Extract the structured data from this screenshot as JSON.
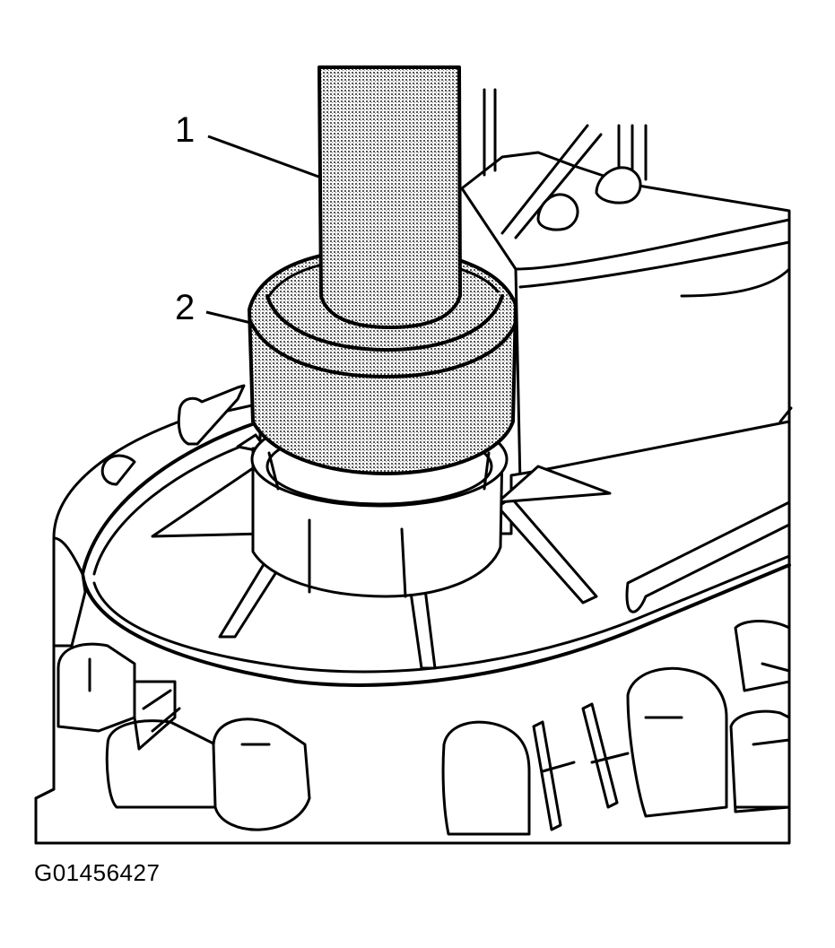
{
  "figure": {
    "figure_id": "G01456427",
    "callouts": [
      {
        "number": "1",
        "target": "driver-handle"
      },
      {
        "number": "2",
        "target": "seal-installer"
      }
    ]
  },
  "colors": {
    "ink": "#000000",
    "background": "#ffffff",
    "tool_shading": "#9a9a9a"
  }
}
